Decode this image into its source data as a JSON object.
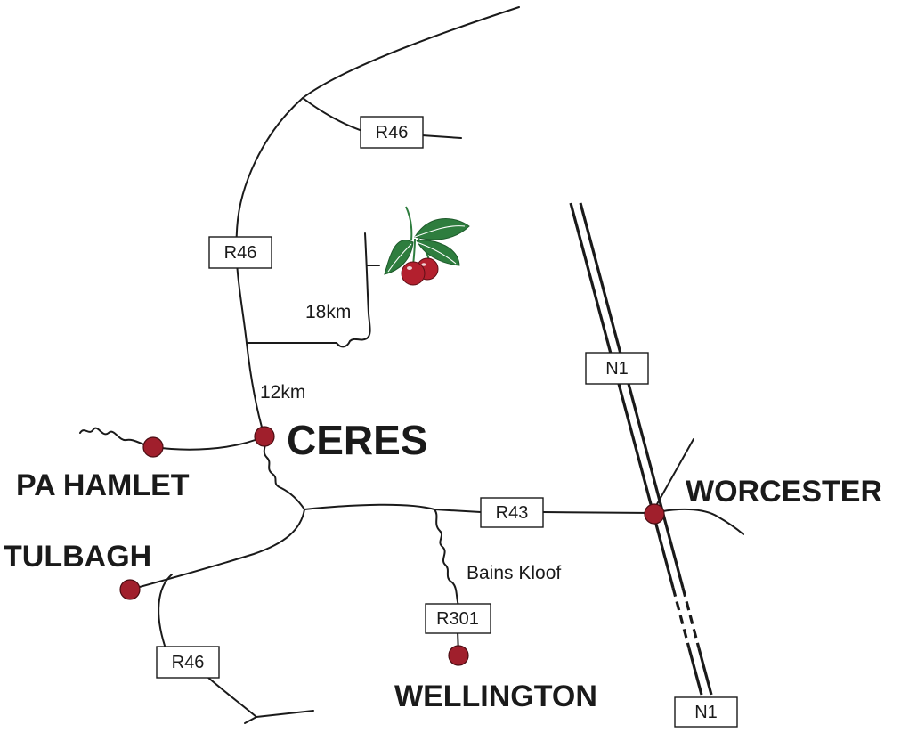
{
  "map": {
    "route_labels": {
      "r46_north": "R46",
      "r46_main": "R46",
      "r46_south": "R46",
      "r43": "R43",
      "r301": "R301",
      "n1_north": "N1",
      "n1_south": "N1"
    },
    "distances": {
      "farm_turnoff": "18km",
      "ceres_to_junction": "12km"
    },
    "places": {
      "ceres": "CERES",
      "pa_hamlet": "PA HAMLET",
      "tulbagh": "TULBAGH",
      "worcester": "WORCESTER",
      "wellington": "WELLINGTON"
    },
    "pass": "Bains Kloof",
    "colors": {
      "town_dot": "#a01f2c",
      "leaf": "#2e7d3e",
      "cherry": "#b3202e",
      "road": "#1a1a1a"
    },
    "icons": [
      "cherry-icon"
    ]
  }
}
